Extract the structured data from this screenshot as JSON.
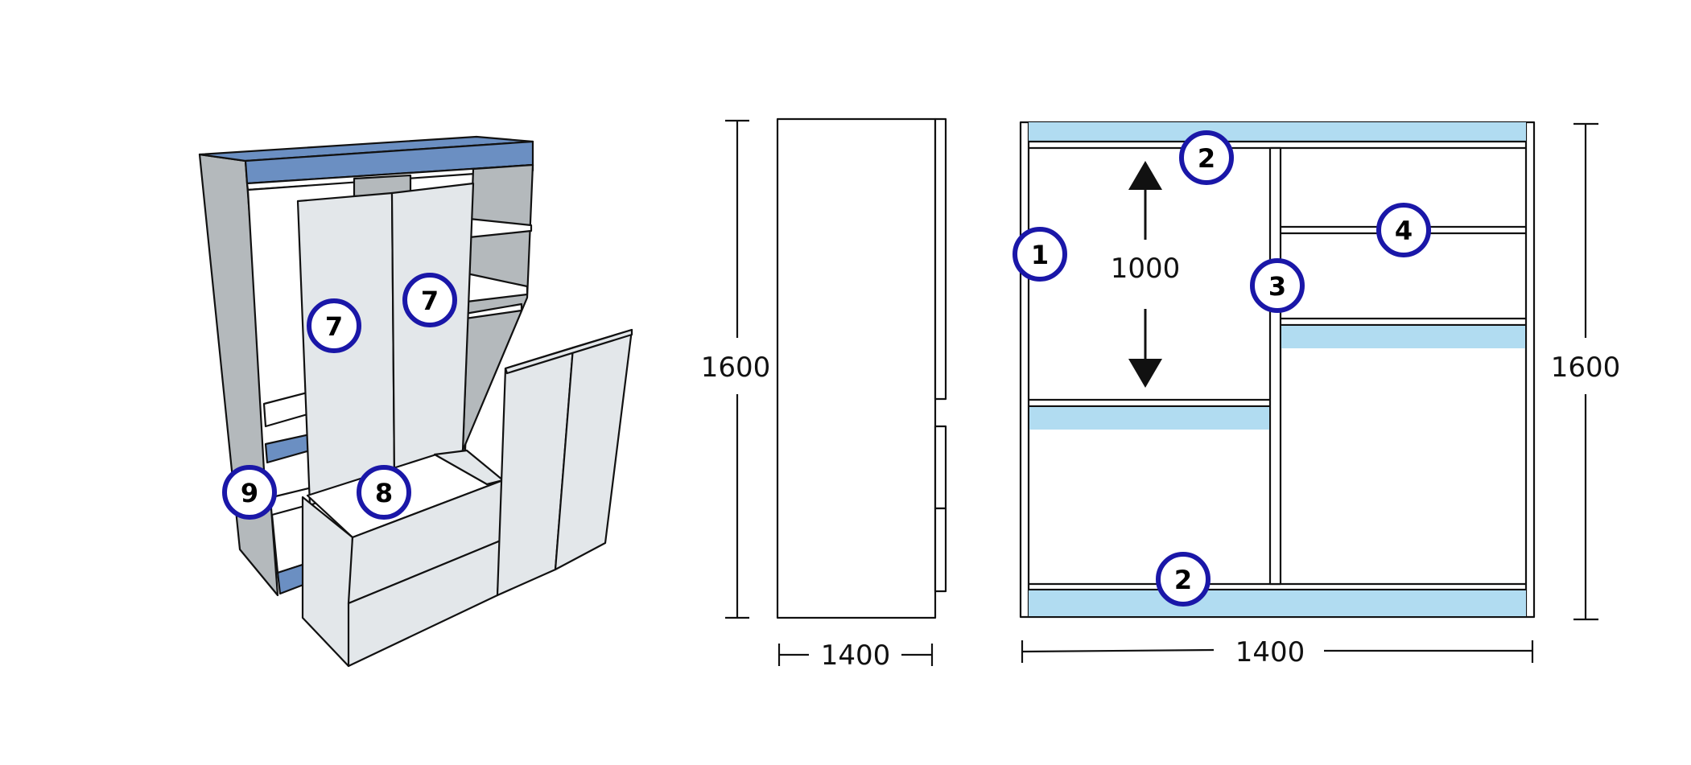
{
  "colors": {
    "callout_ring": "#1a17a8",
    "shelf_front_blue": "#6b8fc2",
    "side_panel_grey": "#b4b9bc",
    "door_panel": "#e3e7ea",
    "plan_shelf_highlight": "#b1dcf1",
    "line": "#111111"
  },
  "isometric_view": {
    "callouts": [
      {
        "id": "door-left",
        "label": "7"
      },
      {
        "id": "door-right",
        "label": "7"
      },
      {
        "id": "drawer",
        "label": "8"
      },
      {
        "id": "side",
        "label": "9"
      }
    ]
  },
  "side_view": {
    "height_label": "1600",
    "width_label": "1400"
  },
  "front_view": {
    "height_label": "1600",
    "width_label": "1400",
    "compartment_label": "1000",
    "callouts": [
      {
        "id": "side-panel",
        "label": "1"
      },
      {
        "id": "top-shelf",
        "label": "2"
      },
      {
        "id": "divider",
        "label": "3"
      },
      {
        "id": "upper-right-shelf",
        "label": "4"
      },
      {
        "id": "bottom-shelf",
        "label": "2"
      }
    ]
  }
}
